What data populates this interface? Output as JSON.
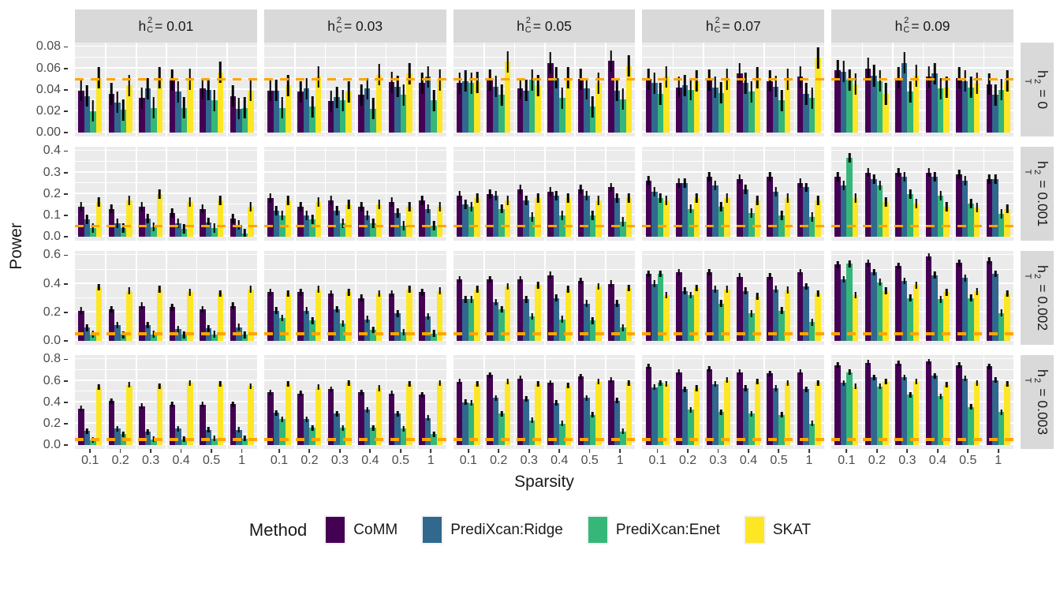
{
  "styles": {
    "panel_bg": "#EBEBEB",
    "strip_bg": "#D9D9D9",
    "grid_color": "#FFFFFF",
    "axis_text": "#4D4D4D",
    "strip_text": "#1A1A1A",
    "error_color": "#000000",
    "ref_color": "#FFA500"
  },
  "chart_data": {
    "type": "bar",
    "title": "",
    "xlabel": "Sparsity",
    "ylabel": "Power",
    "categories": [
      "0.1",
      "0.2",
      "0.3",
      "0.4",
      "0.5",
      "1"
    ],
    "legend": {
      "title": "Method",
      "position": "bottom"
    },
    "methods": [
      {
        "name": "CoMM",
        "color": "#440154"
      },
      {
        "name": "PrediXcan:Ridge",
        "color": "#31688E"
      },
      {
        "name": "PrediXcan:Enet",
        "color": "#35B779"
      },
      {
        "name": "SKAT",
        "color": "#FDE725"
      }
    ],
    "facet_col": {
      "base": "h",
      "sup": "2",
      "sub": "C",
      "values": [
        "0.01",
        "0.03",
        "0.05",
        "0.07",
        "0.09"
      ]
    },
    "facet_row": {
      "base": "h",
      "sup": "2",
      "sub": "T",
      "values": [
        "0",
        "0.001",
        "0.002",
        "0.003"
      ]
    },
    "reference_line": {
      "value": 0.05,
      "color": "#FFA500",
      "style": "dashed"
    },
    "rows": [
      {
        "h2T": "0",
        "ymax": 0.08,
        "ticks": [
          0,
          0.02,
          0.04,
          0.06,
          0.08
        ],
        "tick_labels": [
          "0.00",
          "0.02",
          "0.04",
          "0.06",
          "0.08"
        ],
        "error": 0.01
      },
      {
        "h2T": "0.001",
        "ymax": 0.4,
        "ticks": [
          0,
          0.1,
          0.2,
          0.3,
          0.4
        ],
        "tick_labels": [
          "0.0",
          "0.1",
          "0.2",
          "0.3",
          "0.4"
        ],
        "error": 0.022
      },
      {
        "h2T": "0.002",
        "ymax": 0.6,
        "ticks": [
          0,
          0.2,
          0.4,
          0.6
        ],
        "tick_labels": [
          "0.0",
          "0.2",
          "0.4",
          "0.6"
        ],
        "error": 0.024
      },
      {
        "h2T": "0.003",
        "ymax": 0.8,
        "ticks": [
          0,
          0.2,
          0.4,
          0.6,
          0.8
        ],
        "tick_labels": [
          "0.0",
          "0.2",
          "0.4",
          "0.6",
          "0.8"
        ],
        "error": 0.026
      }
    ],
    "panels": [
      {
        "row": 0,
        "col": 0,
        "values": [
          [
            0.039,
            0.036,
            0.032,
            0.049,
            0.041,
            0.034
          ],
          [
            0.034,
            0.028,
            0.041,
            0.038,
            0.04,
            0.022
          ],
          [
            0.02,
            0.021,
            0.023,
            0.023,
            0.03,
            0.023
          ],
          [
            0.051,
            0.044,
            0.051,
            0.05,
            0.056,
            0.039
          ]
        ]
      },
      {
        "row": 0,
        "col": 1,
        "values": [
          [
            0.039,
            0.038,
            0.029,
            0.035,
            0.047,
            0.046
          ],
          [
            0.039,
            0.041,
            0.033,
            0.041,
            0.043,
            0.052
          ],
          [
            0.023,
            0.024,
            0.03,
            0.022,
            0.035,
            0.03
          ],
          [
            0.044,
            0.052,
            0.038,
            0.054,
            0.055,
            0.049
          ]
        ]
      },
      {
        "row": 0,
        "col": 2,
        "values": [
          [
            0.046,
            0.049,
            0.041,
            0.065,
            0.05,
            0.067
          ],
          [
            0.048,
            0.043,
            0.039,
            0.051,
            0.041,
            0.039
          ],
          [
            0.046,
            0.035,
            0.049,
            0.032,
            0.024,
            0.031
          ],
          [
            0.047,
            0.066,
            0.044,
            0.051,
            0.046,
            0.062
          ]
        ]
      },
      {
        "row": 0,
        "col": 3,
        "values": [
          [
            0.05,
            0.042,
            0.049,
            0.055,
            0.048,
            0.052
          ],
          [
            0.046,
            0.044,
            0.042,
            0.046,
            0.043,
            0.036
          ],
          [
            0.036,
            0.04,
            0.037,
            0.038,
            0.03,
            0.032
          ],
          [
            0.052,
            0.048,
            0.05,
            0.051,
            0.05,
            0.07
          ]
        ]
      },
      {
        "row": 0,
        "col": 4,
        "values": [
          [
            0.058,
            0.06,
            0.051,
            0.052,
            0.051,
            0.045
          ],
          [
            0.057,
            0.053,
            0.065,
            0.055,
            0.048,
            0.035
          ],
          [
            0.049,
            0.048,
            0.038,
            0.041,
            0.042,
            0.04
          ],
          [
            0.045,
            0.036,
            0.053,
            0.042,
            0.046,
            0.048
          ]
        ]
      },
      {
        "row": 1,
        "col": 0,
        "values": [
          [
            0.14,
            0.13,
            0.14,
            0.11,
            0.13,
            0.085
          ],
          [
            0.08,
            0.06,
            0.085,
            0.06,
            0.065,
            0.055
          ],
          [
            0.04,
            0.04,
            0.045,
            0.035,
            0.04,
            0.015
          ],
          [
            0.16,
            0.17,
            0.2,
            0.16,
            0.17,
            0.14
          ]
        ]
      },
      {
        "row": 1,
        "col": 1,
        "values": [
          [
            0.18,
            0.14,
            0.17,
            0.14,
            0.16,
            0.17
          ],
          [
            0.12,
            0.1,
            0.12,
            0.1,
            0.11,
            0.13
          ],
          [
            0.1,
            0.08,
            0.06,
            0.06,
            0.05,
            0.05
          ],
          [
            0.17,
            0.16,
            0.15,
            0.15,
            0.14,
            0.14
          ]
        ]
      },
      {
        "row": 1,
        "col": 2,
        "values": [
          [
            0.19,
            0.2,
            0.22,
            0.21,
            0.22,
            0.23
          ],
          [
            0.15,
            0.19,
            0.17,
            0.19,
            0.19,
            0.18
          ],
          [
            0.14,
            0.13,
            0.09,
            0.1,
            0.1,
            0.07
          ],
          [
            0.18,
            0.17,
            0.18,
            0.18,
            0.17,
            0.18
          ]
        ]
      },
      {
        "row": 1,
        "col": 3,
        "values": [
          [
            0.26,
            0.25,
            0.28,
            0.27,
            0.28,
            0.25
          ],
          [
            0.21,
            0.25,
            0.24,
            0.22,
            0.21,
            0.23
          ],
          [
            0.18,
            0.13,
            0.14,
            0.11,
            0.1,
            0.09
          ],
          [
            0.17,
            0.18,
            0.18,
            0.17,
            0.18,
            0.17
          ]
        ]
      },
      {
        "row": 1,
        "col": 4,
        "values": [
          [
            0.28,
            0.3,
            0.3,
            0.3,
            0.29,
            0.27
          ],
          [
            0.24,
            0.27,
            0.28,
            0.28,
            0.26,
            0.27
          ],
          [
            0.37,
            0.24,
            0.2,
            0.19,
            0.155,
            0.105
          ],
          [
            0.18,
            0.16,
            0.155,
            0.14,
            0.135,
            0.13
          ]
        ]
      },
      {
        "row": 2,
        "col": 0,
        "values": [
          [
            0.21,
            0.22,
            0.245,
            0.235,
            0.22,
            0.245
          ],
          [
            0.09,
            0.11,
            0.11,
            0.08,
            0.085,
            0.095
          ],
          [
            0.045,
            0.04,
            0.045,
            0.04,
            0.045,
            0.04
          ],
          [
            0.375,
            0.35,
            0.36,
            0.34,
            0.33,
            0.36
          ]
        ]
      },
      {
        "row": 2,
        "col": 1,
        "values": [
          [
            0.34,
            0.34,
            0.33,
            0.3,
            0.33,
            0.34
          ],
          [
            0.21,
            0.21,
            0.22,
            0.15,
            0.19,
            0.17
          ],
          [
            0.16,
            0.14,
            0.12,
            0.075,
            0.06,
            0.05
          ],
          [
            0.33,
            0.36,
            0.34,
            0.33,
            0.36,
            0.35
          ]
        ]
      },
      {
        "row": 2,
        "col": 2,
        "values": [
          [
            0.43,
            0.43,
            0.43,
            0.46,
            0.42,
            0.4
          ],
          [
            0.29,
            0.27,
            0.29,
            0.3,
            0.26,
            0.26
          ],
          [
            0.29,
            0.22,
            0.17,
            0.15,
            0.14,
            0.09
          ],
          [
            0.36,
            0.38,
            0.39,
            0.36,
            0.38,
            0.37
          ]
        ]
      },
      {
        "row": 2,
        "col": 3,
        "values": [
          [
            0.47,
            0.48,
            0.48,
            0.45,
            0.45,
            0.48
          ],
          [
            0.4,
            0.35,
            0.36,
            0.35,
            0.36,
            0.38
          ],
          [
            0.47,
            0.32,
            0.26,
            0.19,
            0.21,
            0.13
          ],
          [
            0.32,
            0.37,
            0.36,
            0.31,
            0.355,
            0.33
          ]
        ]
      },
      {
        "row": 2,
        "col": 4,
        "values": [
          [
            0.535,
            0.545,
            0.525,
            0.59,
            0.545,
            0.56
          ],
          [
            0.43,
            0.48,
            0.42,
            0.46,
            0.44,
            0.47
          ],
          [
            0.54,
            0.41,
            0.3,
            0.29,
            0.3,
            0.195
          ],
          [
            0.32,
            0.35,
            0.39,
            0.34,
            0.345,
            0.33
          ]
        ]
      },
      {
        "row": 3,
        "col": 0,
        "values": [
          [
            0.34,
            0.41,
            0.36,
            0.375,
            0.375,
            0.38
          ],
          [
            0.13,
            0.15,
            0.12,
            0.15,
            0.14,
            0.14
          ],
          [
            0.045,
            0.1,
            0.05,
            0.05,
            0.06,
            0.06
          ],
          [
            0.54,
            0.56,
            0.55,
            0.58,
            0.57,
            0.55
          ]
        ]
      },
      {
        "row": 3,
        "col": 1,
        "values": [
          [
            0.49,
            0.48,
            0.52,
            0.49,
            0.48,
            0.47
          ],
          [
            0.3,
            0.24,
            0.29,
            0.33,
            0.29,
            0.25
          ],
          [
            0.24,
            0.16,
            0.16,
            0.16,
            0.15,
            0.1
          ],
          [
            0.57,
            0.54,
            0.58,
            0.53,
            0.57,
            0.58
          ]
        ]
      },
      {
        "row": 3,
        "col": 2,
        "values": [
          [
            0.59,
            0.655,
            0.62,
            0.58,
            0.64,
            0.605
          ],
          [
            0.4,
            0.44,
            0.43,
            0.39,
            0.44,
            0.415
          ],
          [
            0.39,
            0.29,
            0.23,
            0.2,
            0.28,
            0.125
          ],
          [
            0.57,
            0.59,
            0.57,
            0.555,
            0.59,
            0.58
          ]
        ]
      },
      {
        "row": 3,
        "col": 3,
        "values": [
          [
            0.73,
            0.68,
            0.71,
            0.68,
            0.67,
            0.68
          ],
          [
            0.54,
            0.52,
            0.57,
            0.53,
            0.53,
            0.52
          ],
          [
            0.58,
            0.33,
            0.305,
            0.29,
            0.28,
            0.2
          ],
          [
            0.57,
            0.53,
            0.605,
            0.59,
            0.58,
            0.58
          ]
        ]
      },
      {
        "row": 3,
        "col": 4,
        "values": [
          [
            0.745,
            0.77,
            0.76,
            0.78,
            0.745,
            0.735
          ],
          [
            0.58,
            0.63,
            0.63,
            0.645,
            0.62,
            0.605
          ],
          [
            0.68,
            0.545,
            0.47,
            0.455,
            0.355,
            0.305
          ],
          [
            0.545,
            0.59,
            0.59,
            0.56,
            0.58,
            0.57
          ]
        ]
      }
    ]
  }
}
